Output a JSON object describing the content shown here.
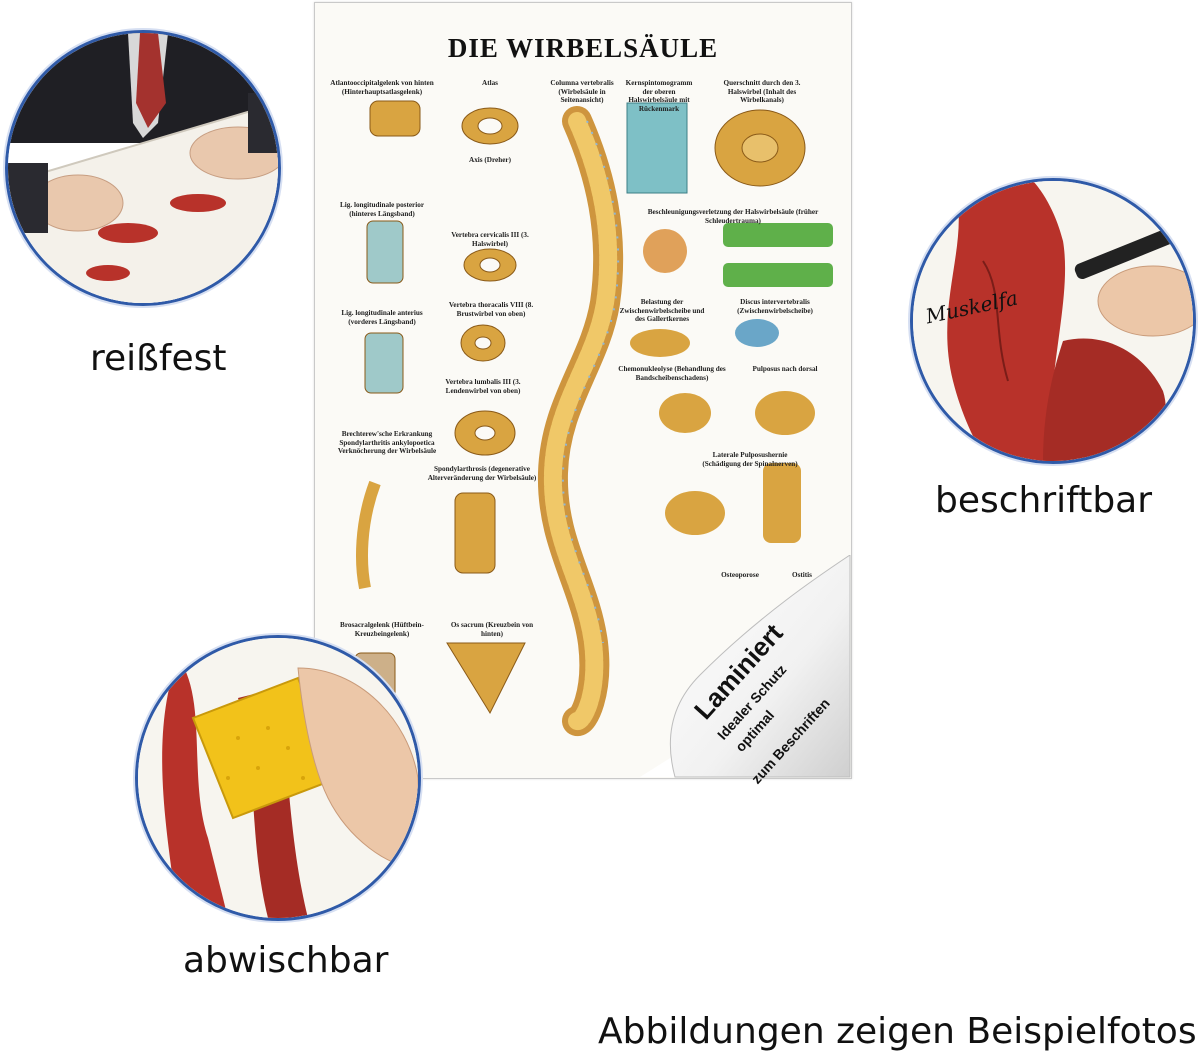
{
  "poster": {
    "title": "DIE WIRBELSÄULE",
    "sections": [
      "Atlantooccipitalgelenk von hinten (Hinterhauptsatlasgelenk)",
      "Atlas",
      "Columna vertebralis (Wirbelsäule in Seitenansicht)",
      "Kernspintomogramm der oberen Halswirbelsäule mit Rückenmark",
      "Querschnitt durch den 3. Halswirbel (Inhalt des Wirbelkanals)",
      "Axis (Dreher)",
      "Lig. longitudinale posterior (hinteres Längsband)",
      "Vertebra cervicalis III (3. Halswirbel)",
      "Beschleunigungsverletzung der Halswirbelsäule (früher Schleudertrauma)",
      "Lig. longitudinale anterius (vorderes Längsband)",
      "Vertebra thoracalis VIII (8. Brustwirbel von oben)",
      "Belastung der Zwischenwirbelscheibe und des Gallertkernes",
      "Discus intervertebralis (Zwischenwirbelscheibe)",
      "Vertebra lumbalis III (3. Lendenwirbel von oben)",
      "Chemonukleolyse (Behandlung des Bandscheibenschadens)",
      "Pulposus nach dorsal",
      "Brechterew'sche Erkrankung Spondylarthritis ankylopoetica Verknöcherung der Wirbelsäule",
      "Spondylarthrosis (degenerative Alterveränderung der Wirbelsäule)",
      "Laterale Pulposushernie (Schädigung der Spinalnerven)",
      "Osteoporose",
      "Ostitis",
      "Brosacralgelenk (Hüftbein- Kreuzbeingelenk)",
      "Os sacrum (Kreuzbein von hinten)"
    ],
    "laminated": {
      "headline": "Laminiert",
      "line1": "Idealer Schutz",
      "line2": "optimal",
      "line3": "zum Beschriften"
    },
    "signature": "Muskelfa"
  },
  "features": {
    "tear_resistant": "reißfest",
    "writable": "beschriftbar",
    "wipeable": "abwischbar"
  },
  "footer": {
    "note": "Abbildungen zeigen Beispielfotos"
  },
  "colors": {
    "circle_border": "#2f5aa8",
    "bone": "#d9a441",
    "muscle": "#b8322a",
    "sponge": "#f2c21a"
  }
}
